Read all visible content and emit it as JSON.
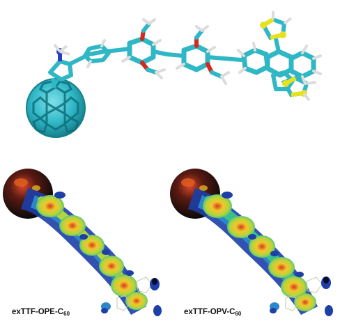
{
  "figure": {
    "top_panel": {
      "subject": "stick model of molecule with fullerene cage",
      "colors": {
        "carbon": "#2fb7c6",
        "carbon_dark": "#178e9c",
        "oxygen": "#d22a1f",
        "nitrogen": "#2a3fbf",
        "sulfur": "#e6e21e",
        "hydrogen": "#e6e6e6"
      }
    },
    "bottom_panels": [
      {
        "label_main": "exTTF-OPE-C",
        "label_sub": "60",
        "surface_colors": [
          "#1c3fa8",
          "#2c86c9",
          "#39c08f",
          "#b6d43b",
          "#f2c62b",
          "#e2601f",
          "#c81c1c"
        ]
      },
      {
        "label_main": "exTTF-OPV-C",
        "label_sub": "60",
        "surface_colors": [
          "#1c3fa8",
          "#2c86c9",
          "#39c08f",
          "#b6d43b",
          "#f2c62b",
          "#e2601f",
          "#c81c1c"
        ]
      }
    ]
  }
}
